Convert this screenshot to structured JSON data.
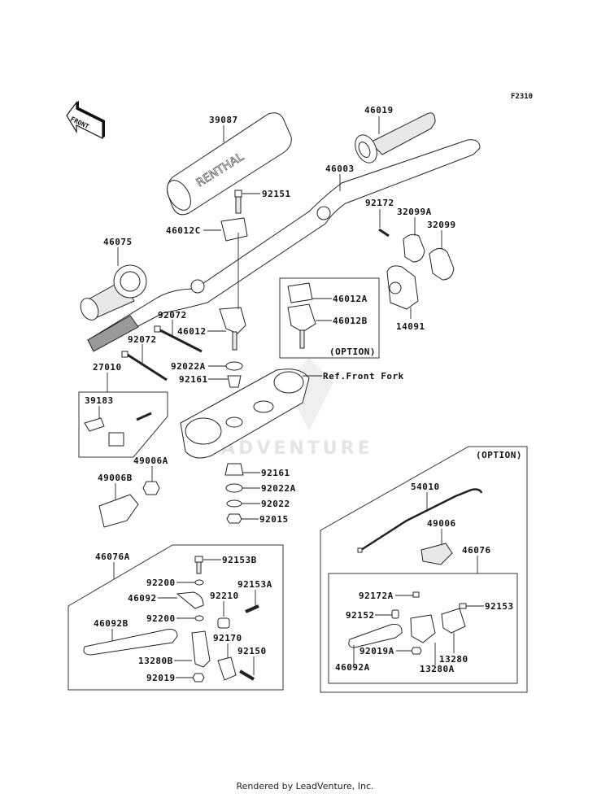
{
  "diagram": {
    "figure_id": "F2310",
    "front_arrow_label": "FRONT",
    "watermark": "LEADVENTURE",
    "grip_brand_text": "RENTHAL",
    "labels": {
      "p39087": "39087",
      "p92151": "92151",
      "p46012C": "46012C",
      "p46019": "46019",
      "p46003": "46003",
      "p92172": "92172",
      "p32099A": "32099A",
      "p32099": "32099",
      "p46075": "46075",
      "p46012A": "46012A",
      "p46012B": "46012B",
      "option1": "(OPTION)",
      "p14091": "14091",
      "p92072a": "92072",
      "p92072b": "92072",
      "p46012": "46012",
      "p92022A": "92022A",
      "p92161a": "92161",
      "ref_front_fork": "Ref.Front Fork",
      "p27010": "27010",
      "p39183": "39183",
      "p49006A": "49006A",
      "p49006B": "49006B",
      "p92161b": "92161",
      "p92022A_b": "92022A",
      "p92022": "92022",
      "p92015": "92015",
      "option2": "(OPTION)",
      "p54010": "54010",
      "p49006": "49006",
      "p46076": "46076",
      "p46076A": "46076A",
      "p92153B": "92153B",
      "p92200a": "92200",
      "p92153A": "92153A",
      "p46092": "46092",
      "p92210": "92210",
      "p92200b": "92200",
      "p46092B": "46092B",
      "p92170": "92170",
      "p13280B": "13280B",
      "p92150": "92150",
      "p92019": "92019",
      "p92172A": "92172A",
      "p92152": "92152",
      "p92153": "92153",
      "p92019A": "92019A",
      "p13280": "13280",
      "p46092A": "46092A",
      "p13280A": "13280A"
    }
  },
  "footer": {
    "text": "Rendered by LeadVenture, Inc."
  }
}
